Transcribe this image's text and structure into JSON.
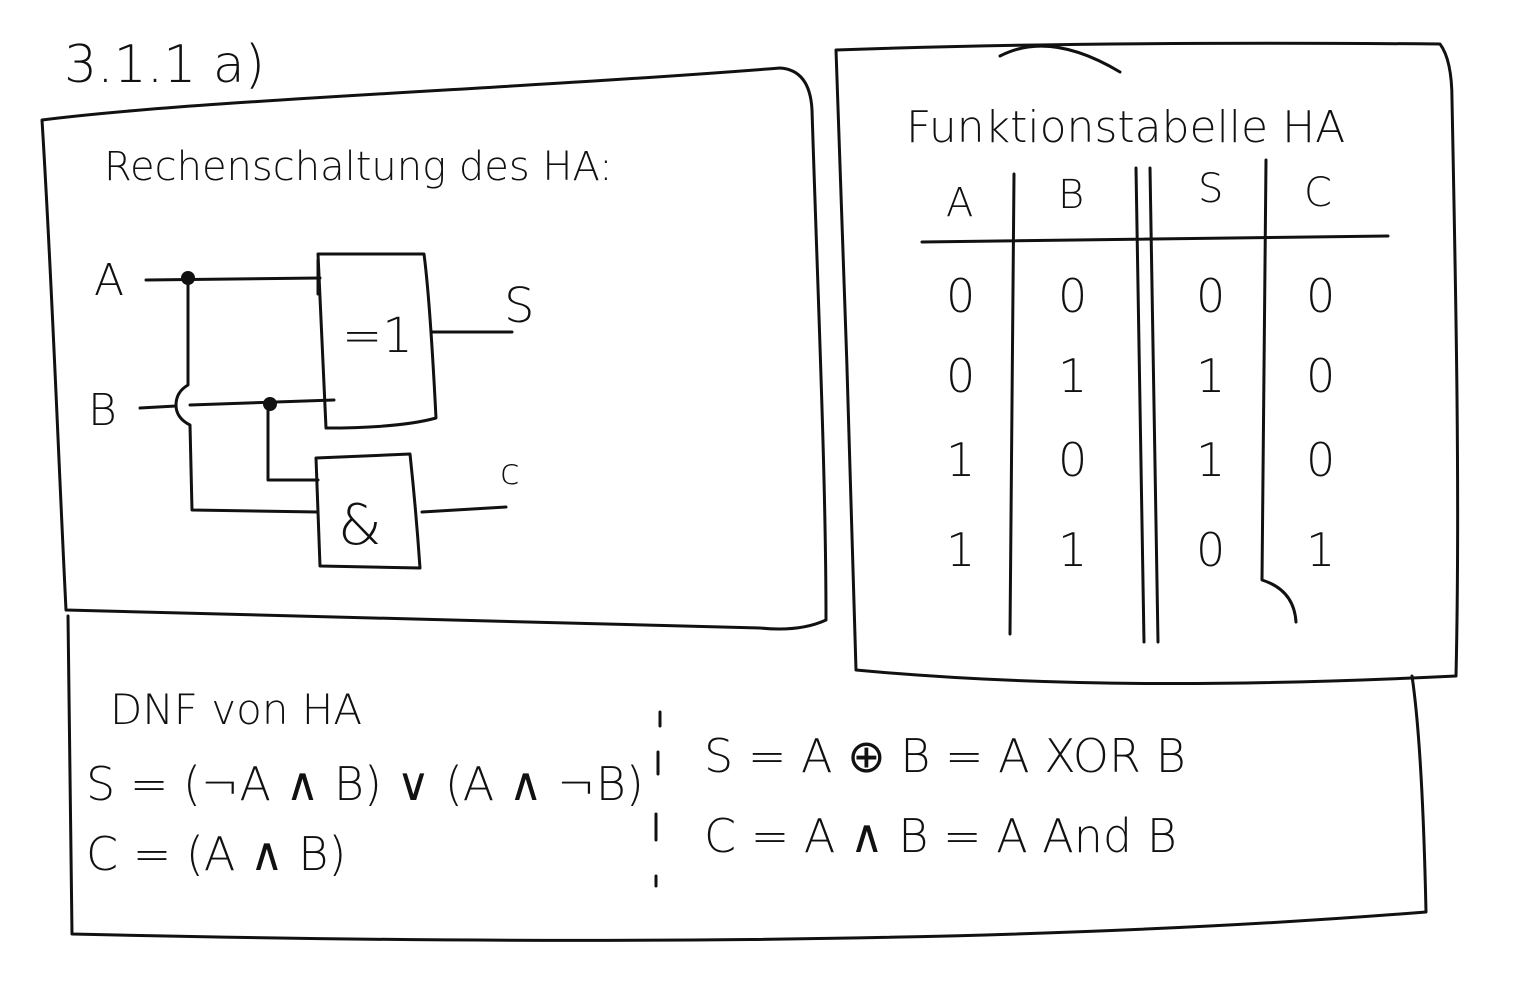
{
  "heading": "3.1.1 a)",
  "circuit_panel": {
    "title": "Rechenschaltung des HA:",
    "inputs": [
      "A",
      "B"
    ],
    "gates": [
      {
        "symbol": "=1",
        "output": "S"
      },
      {
        "symbol": "&",
        "output": "c"
      }
    ]
  },
  "truth_table": {
    "title": "Funktionstabelle HA",
    "headers": [
      "A",
      "B",
      "S",
      "C"
    ],
    "rows": [
      [
        "0",
        "0",
        "0",
        "0"
      ],
      [
        "0",
        "1",
        "1",
        "0"
      ],
      [
        "1",
        "0",
        "1",
        "0"
      ],
      [
        "1",
        "1",
        "0",
        "1"
      ]
    ]
  },
  "dnf_panel": {
    "title": "DNF von HA",
    "left_lines": [
      "S = (¬A ∧ B) ∨ (A ∧ ¬B)",
      "C = (A ∧ B)"
    ],
    "right_lines": [
      "S = A ⊕ B = A XOR B",
      "C = A ∧ B = A And B"
    ]
  },
  "colors": {
    "ink": "#111111",
    "paper": "#ffffff"
  }
}
